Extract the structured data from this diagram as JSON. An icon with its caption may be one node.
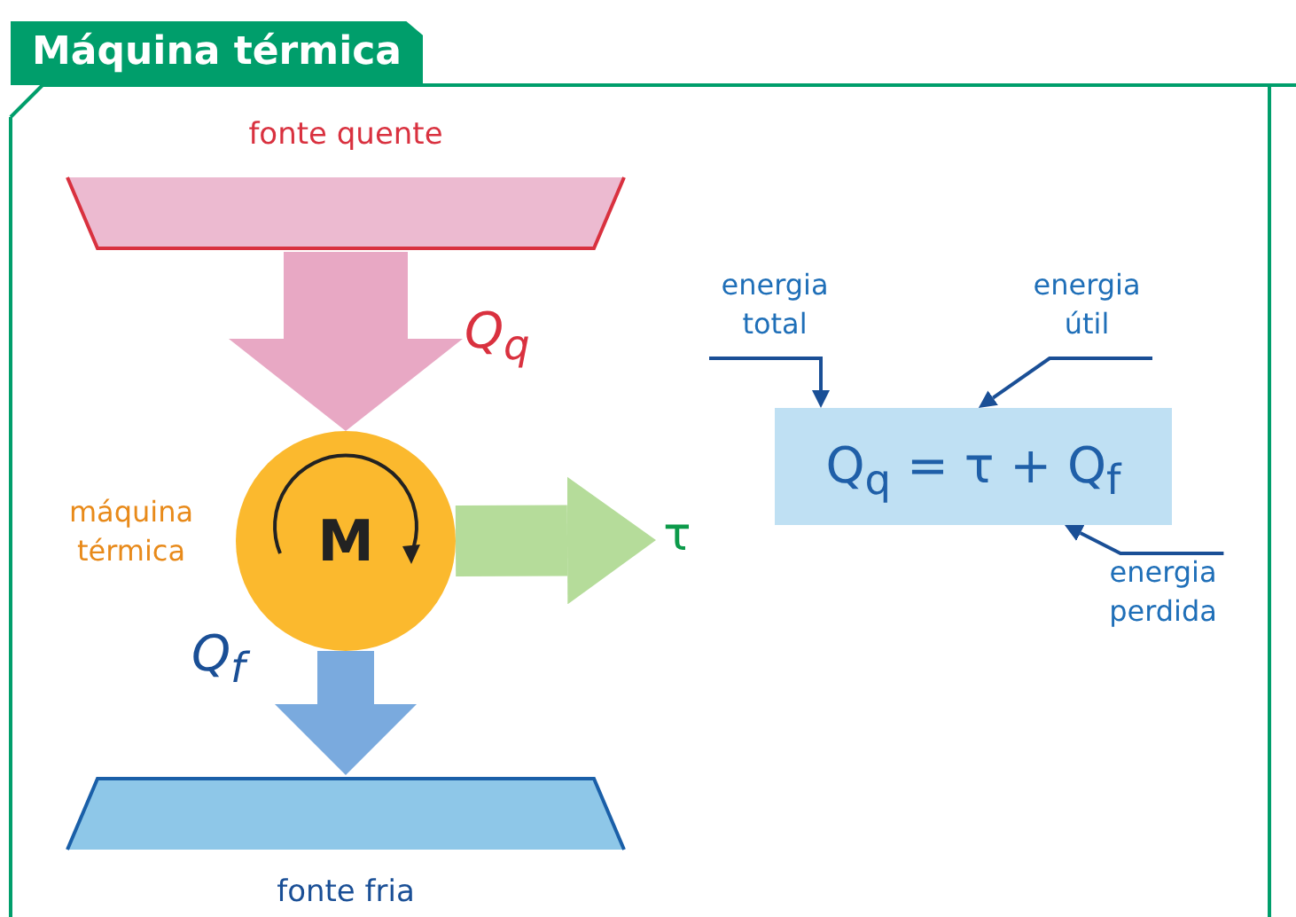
{
  "diagram": {
    "title": "Máquina térmica",
    "nodes": [
      {
        "text": [
          "fonte quente"
        ]
      },
      {
        "text": [
          "M"
        ],
        "beside": [
          "máquina térmica"
        ]
      },
      {
        "text": [
          "fonte fria"
        ]
      },
      {
        "text": [
          "τ"
        ]
      },
      {
        "text": [
          "Q$_{q}$ = τ + Q$_{f}$"
        ]
      },
      {
        "text": [
          "energia total"
        ]
      },
      {
        "text": [
          "energia útil"
        ]
      },
      {
        "text": [
          "energia perdida"
        ]
      }
    ],
    "edges": [
      {
        "from": 0,
        "to": 1,
        "arrow": "to",
        "label": "Q$_{q}$",
        "style": "thick",
        "color": "#e8a8c4"
      },
      {
        "from": 1,
        "to": 2,
        "arrow": "to",
        "label": "Q$_{f}$",
        "style": "thick",
        "color": "#7aaade"
      },
      {
        "from": 1,
        "to": 3,
        "arrow": "to",
        "style": "thick",
        "color": "#b5dc9a"
      },
      {
        "from": 5,
        "to": 4,
        "arrow": "to"
      },
      {
        "from": 6,
        "to": 4,
        "arrow": "to"
      },
      {
        "from": 7,
        "to": 4,
        "arrow": "to"
      }
    ]
  }
}
